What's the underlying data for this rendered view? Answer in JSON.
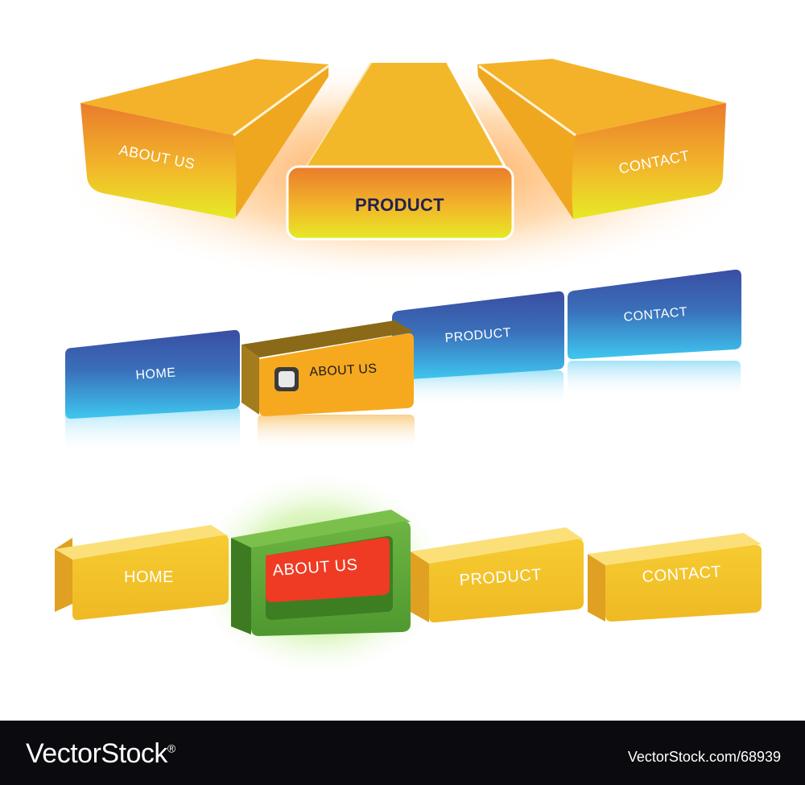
{
  "menu_3d_top": {
    "items": [
      {
        "label": "ABOUT US"
      },
      {
        "label": "PRODUCT",
        "active": true
      },
      {
        "label": "CONTACT"
      }
    ],
    "accent": "#f4b02a",
    "active_text_color": "#23224d"
  },
  "menu_blue": {
    "items": [
      {
        "label": "HOME"
      },
      {
        "label": "ABOUT US",
        "active": true,
        "icon": "checkbox-icon"
      },
      {
        "label": "PRODUCT"
      },
      {
        "label": "CONTACT"
      }
    ],
    "colors": {
      "blue_top": "#3a4fa3",
      "blue_bottom": "#39c3ee",
      "active": "#f6a91f"
    }
  },
  "menu_yellow": {
    "items": [
      {
        "label": "HOME"
      },
      {
        "label": "ABOUT US",
        "active": true
      },
      {
        "label": "PRODUCT"
      },
      {
        "label": "CONTACT"
      }
    ],
    "colors": {
      "yellow": "#f2c22a",
      "green": "#5fa338",
      "red": "#ef3b23"
    }
  },
  "footer": {
    "brand": "VectorStock",
    "brand_mark": "®",
    "image_id": "VectorStock.com/68939"
  }
}
